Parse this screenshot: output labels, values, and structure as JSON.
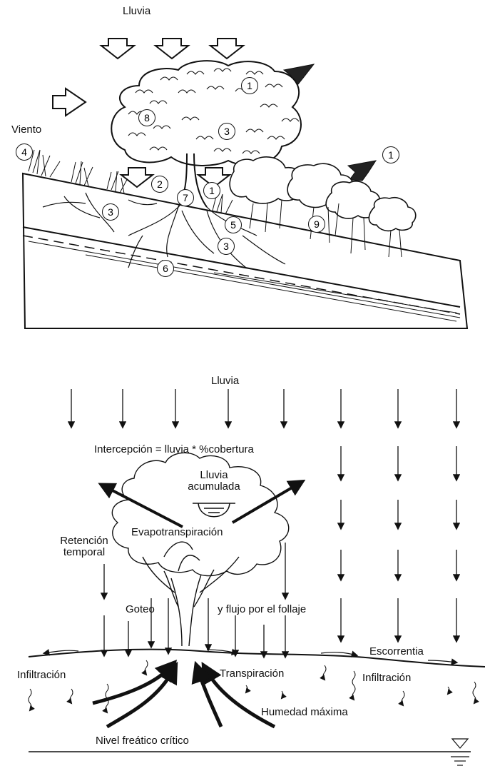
{
  "top": {
    "rain": "Lluvia",
    "wind": "Viento",
    "markers": [
      "1",
      "1",
      "1",
      "2",
      "3",
      "3",
      "3",
      "4",
      "5",
      "6",
      "7",
      "8",
      "9"
    ]
  },
  "bottom": {
    "rain": "Lluvia",
    "interception": "Intercepción = lluvia * %cobertura",
    "accum_line1": "Lluvia",
    "accum_line2": "acumulada",
    "evapo": "Evapotranspiración",
    "ret_line1": "Retención",
    "ret_line2": "temporal",
    "goteo": "Goteo",
    "flujo": "y flujo por el follaje",
    "escorrentia": "Escorrentia",
    "infil_left": "Infiltración",
    "transp": "Transpiración",
    "infil_right": "Infiltración",
    "humedad": "Humedad máxima",
    "nivel": "Nivel freático crítico"
  }
}
